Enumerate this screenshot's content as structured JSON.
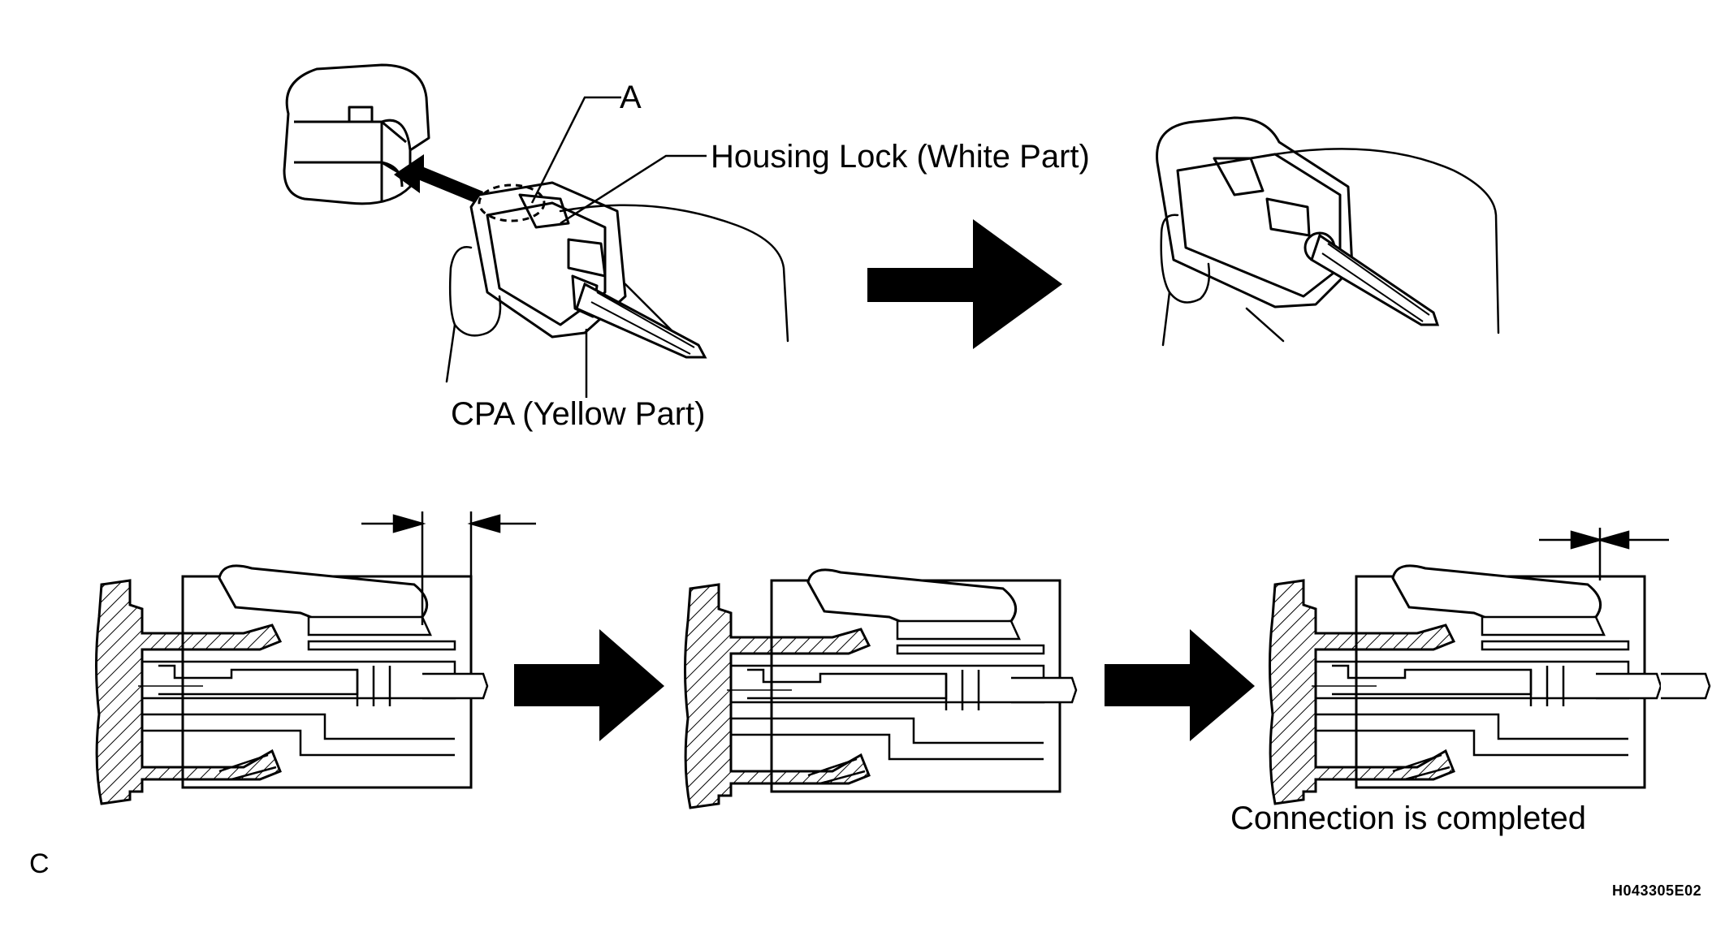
{
  "labels": {
    "callout_a": "A",
    "housing_lock": "Housing Lock (White Part)",
    "cpa": "CPA (Yellow Part)",
    "connection_completed": "Connection is completed",
    "view_letter": "C",
    "figure_code": "H043305E02"
  },
  "colors": {
    "ink": "#000000",
    "paper": "#ffffff"
  }
}
